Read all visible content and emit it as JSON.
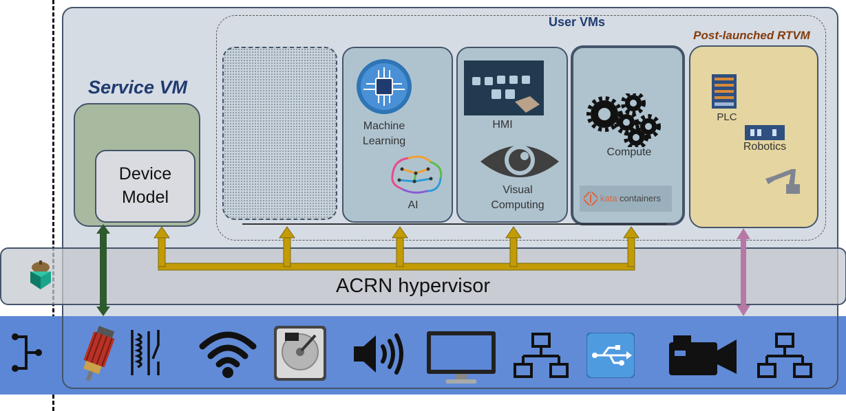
{
  "service_vm": {
    "title": "Service VM",
    "device_model_line1": "Device",
    "device_model_line2": "Model"
  },
  "user_vms": {
    "title": "User VMs",
    "ml": {
      "line1": "Machine",
      "line2": "Learning",
      "ai": "AI"
    },
    "hmi": {
      "label": "HMI",
      "visual_line1": "Visual",
      "visual_line2": "Computing"
    },
    "compute": {
      "label": "Compute",
      "kata_prefix": "kata",
      "kata_suffix": "containers"
    }
  },
  "rtvm": {
    "title": "Post-launched RTVM",
    "plc": "PLC",
    "robotics": "Robotics"
  },
  "hypervisor": {
    "label": "ACRN hypervisor"
  },
  "colors": {
    "outer_bg": "#d6dce4",
    "hardware_band": "#5b87d6",
    "service_vm": "#a9b99f",
    "user_vm": "#afc3cf",
    "rtvm": "#e5d5a0",
    "bus_arrow": "#c39b05",
    "passthrough_arrow": "#2e5a2e",
    "rtvm_arrow": "#b679a6",
    "title_blue": "#1f3b70",
    "title_brown": "#843c0c"
  },
  "hardware_icons": [
    "gpio-icon",
    "motor-icon",
    "relay-icon",
    "wifi-icon",
    "hard-disk-icon",
    "speaker-icon",
    "monitor-icon",
    "network-icon",
    "usb-icon",
    "camera-icon",
    "network-icon"
  ]
}
